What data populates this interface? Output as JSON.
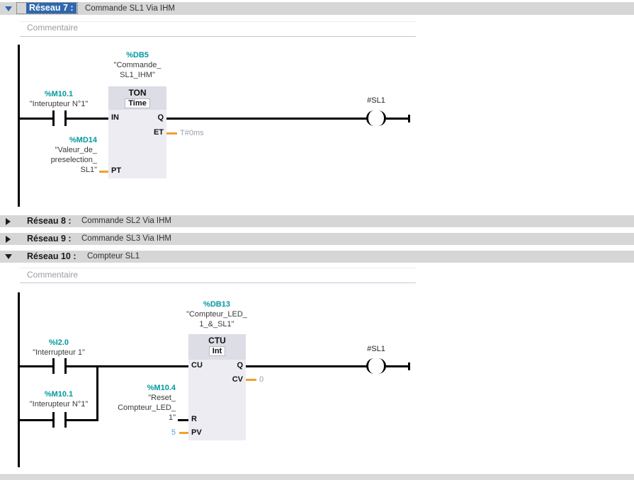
{
  "colors": {
    "accent_teal": "#00999F",
    "wire_orange": "#EFA12E",
    "selection_blue": "#2F67AF",
    "value_gray": "#9AA0AA",
    "constant_blue": "#5B9BD5",
    "header_gray": "#D6D6D6"
  },
  "networks": {
    "n7": {
      "title": "Réseau 7 :",
      "subtitle": "Commande SL1 Via IHM",
      "comment_placeholder": "Commentaire",
      "ladder": {
        "contact1": {
          "address": "%M10.1",
          "name": "\"Interupteur N°1\""
        },
        "db": {
          "address": "%DB5",
          "name_line1": "\"Commande_",
          "name_line2": "SL1_IHM\""
        },
        "block": {
          "type": "TON",
          "datatype": "Time",
          "pin_in": "IN",
          "pin_q": "Q",
          "pin_et": "ET",
          "pin_pt": "PT",
          "et_value": "T#0ms"
        },
        "pt_operand": {
          "address": "%MD14",
          "name_line1": "\"Valeur_de_",
          "name_line2": "preselection_",
          "name_line3": "SL1\""
        },
        "coil": {
          "name": "#SL1"
        }
      }
    },
    "n8": {
      "title": "Réseau 8 :",
      "subtitle": "Commande SL2 Via IHM"
    },
    "n9": {
      "title": "Réseau 9 :",
      "subtitle": "Commande SL3 Via IHM"
    },
    "n10": {
      "title": "Réseau 10 :",
      "subtitle": "Compteur SL1",
      "comment_placeholder": "Commentaire",
      "ladder": {
        "contact1": {
          "address": "%I2.0",
          "name": "\"Interrupteur 1\""
        },
        "contact2": {
          "address": "%M10.1",
          "name": "\"Interupteur N°1\""
        },
        "db": {
          "address": "%DB13",
          "name_line1": "\"Compteur_LED_",
          "name_line2": "1_&_SL1\""
        },
        "block": {
          "type": "CTU",
          "datatype": "Int",
          "pin_cu": "CU",
          "pin_q": "Q",
          "pin_cv": "CV",
          "pin_r": "R",
          "pin_pv": "PV",
          "cv_value": "0",
          "pv_value": "5"
        },
        "r_operand": {
          "address": "%M10.4",
          "name_line1": "\"Reset_",
          "name_line2": "Compteur_LED_",
          "name_line3": "1\""
        },
        "coil": {
          "name": "#SL1"
        }
      }
    }
  }
}
